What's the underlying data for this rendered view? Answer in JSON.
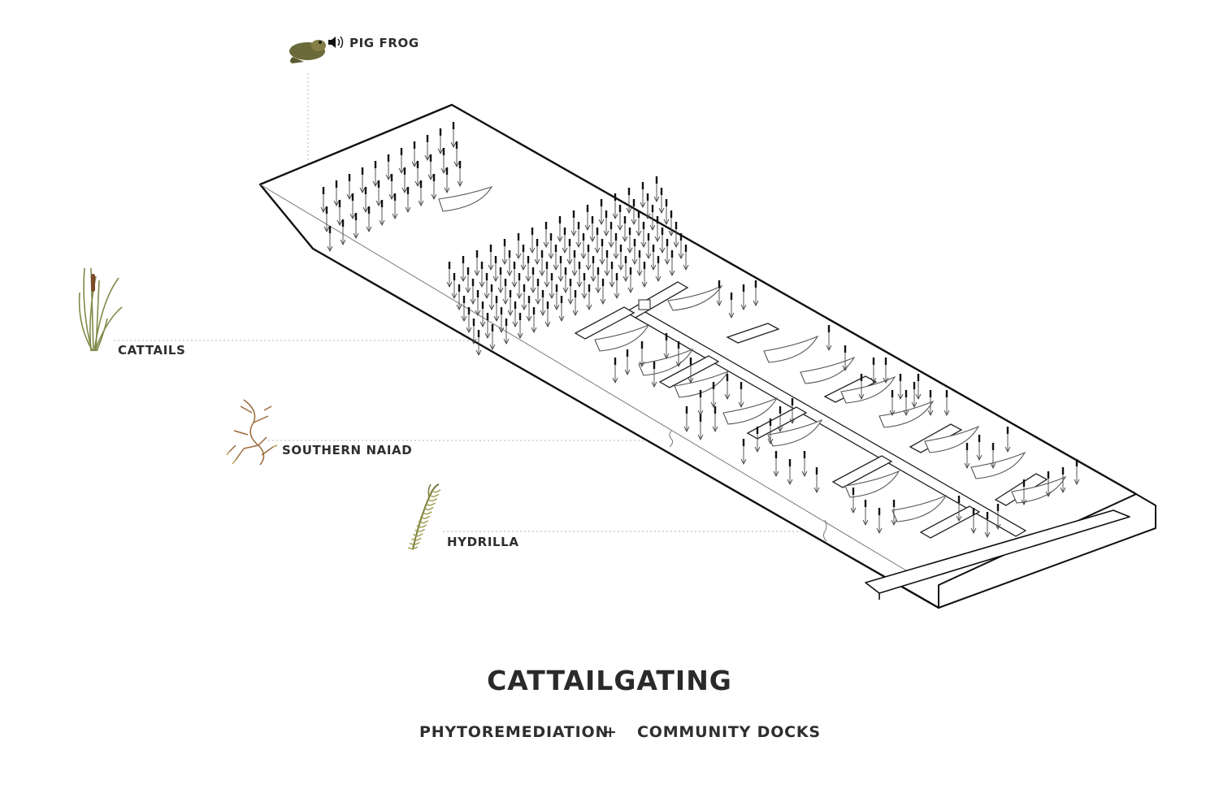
{
  "title": "CATTAILGATING",
  "subtitle": {
    "left": "PHYTOREMEDIATION",
    "joiner": "+",
    "right": "COMMUNITY DOCKS"
  },
  "species": {
    "frog": {
      "label": "PIG FROG",
      "icon": "speaker-icon"
    },
    "cattails": {
      "label": "CATTAILS"
    },
    "naiad": {
      "label": "SOUTHERN NAIAD"
    },
    "hydrilla": {
      "label": "HYDRILLA"
    }
  },
  "colors": {
    "outline": "#111111",
    "leader": "#b5b5b5",
    "reed": "#444444",
    "plant_green": "#7f8a4a",
    "cattail_head": "#7a4a2a",
    "naiad_brown": "#9a6a3a",
    "frog": "#6b6a3a"
  }
}
